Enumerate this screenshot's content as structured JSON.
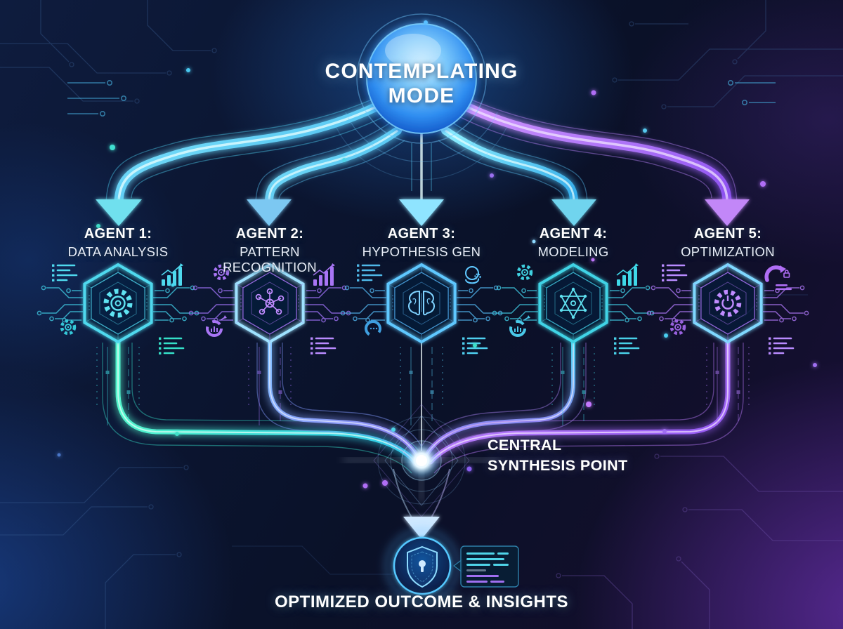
{
  "title": {
    "line1": "CONTEMPLATING",
    "line2": "MODE"
  },
  "agents": [
    {
      "name": "AGENT 1:",
      "role": "DATA ANALYSIS",
      "core_icon": "gear-icon",
      "side_icons": [
        "list-icon",
        "growth-bars-icon",
        "gear-icon",
        "list-icon"
      ],
      "accent": "#45d7ef"
    },
    {
      "name": "AGENT 2:",
      "role": "PATTERN RECOGNITION",
      "core_icon": "network-nodes-icon",
      "side_icons": [
        "gear-icon",
        "growth-bars-icon",
        "donut-chart-icon",
        "list-icon"
      ],
      "accent": "#a974f6"
    },
    {
      "name": "AGENT 3:",
      "role": "HYPOTHESIS GEN",
      "core_icon": "brain-icon",
      "side_icons": [
        "list-icon",
        "head-profile-icon",
        "gauge-icon",
        "list-icon"
      ],
      "accent": "#55b9f2"
    },
    {
      "name": "AGENT 4:",
      "role": "MODELING",
      "core_icon": "hexagram-icon",
      "side_icons": [
        "gear-icon",
        "growth-bars-icon",
        "donut-chart-icon",
        "list-icon"
      ],
      "accent": "#41d4e6"
    },
    {
      "name": "AGENT 5:",
      "role": "OPTIMIZATION",
      "core_icon": "power-gear-icon",
      "side_icons": [
        "list-icon",
        "speedometer-icon",
        "gear-icon",
        "list-icon"
      ],
      "accent": "#b273f7"
    }
  ],
  "central": {
    "line1": "CENTRAL",
    "line2": "SYNTHESIS POINT"
  },
  "outcome": {
    "label": "OPTIMIZED OUTCOME & INSIGHTS",
    "badge_icon": "shield-lock-icon"
  },
  "colors": {
    "background": "#0a1228",
    "cyan": "#4fd9ee",
    "teal": "#3ae8c4",
    "blue": "#3f9ff0",
    "purple": "#b06ef5",
    "text": "#ffffff"
  }
}
